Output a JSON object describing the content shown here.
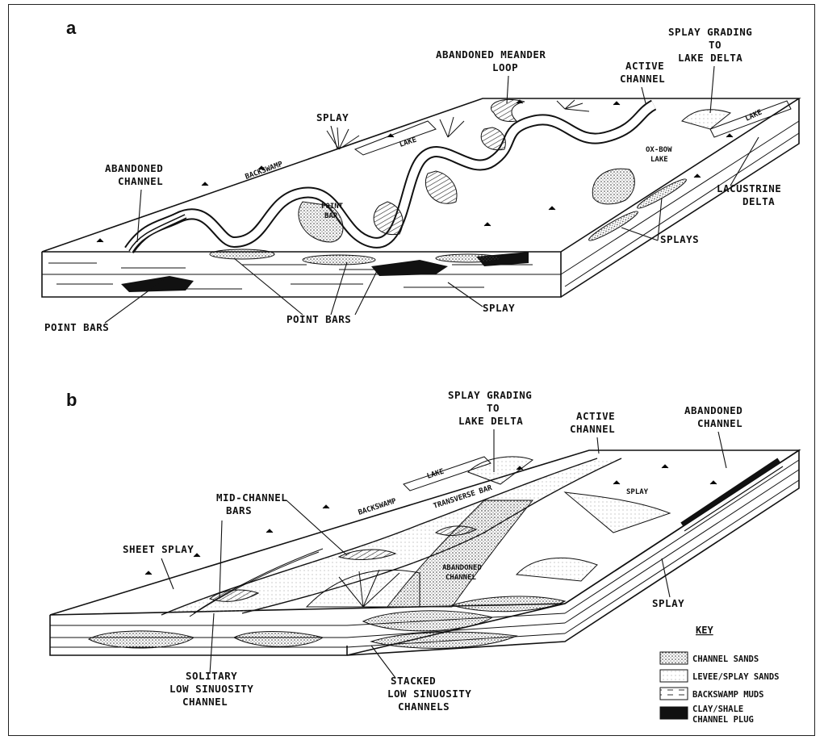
{
  "panel_a": {
    "letter": "a",
    "labels": {
      "abandoned_meander": [
        "ABANDONED MEANDER",
        "LOOP"
      ],
      "splay_grading": [
        "SPLAY GRADING",
        "TO",
        "LAKE DELTA"
      ],
      "active_channel": [
        "ACTIVE",
        "CHANNEL"
      ],
      "splay_top": "SPLAY",
      "lake": "LAKE",
      "lake_right": "LAKE",
      "abandoned_channel": [
        "ABANDONED",
        "CHANNEL"
      ],
      "backswamp": "BACKSWAMP",
      "point_bar": [
        "POINT",
        "BAR"
      ],
      "oxbow": [
        "OX-BOW",
        "LAKE"
      ],
      "lacustrine_delta": [
        "LACUSTRINE",
        "DELTA"
      ],
      "splays": "SPLAYS",
      "splay_bottom": "SPLAY",
      "point_bars_left": "POINT BARS",
      "point_bars_center": "POINT BARS"
    }
  },
  "panel_b": {
    "letter": "b",
    "labels": {
      "splay_grading": [
        "SPLAY GRADING",
        "TO",
        "LAKE DELTA"
      ],
      "active_channel": [
        "ACTIVE",
        "CHANNEL"
      ],
      "abandoned_channel": [
        "ABANDONED",
        "CHANNEL"
      ],
      "lake": "LAKE",
      "mid_channel_bars": [
        "MID-CHANNEL",
        "BARS"
      ],
      "backswamp": "BACKSWAMP",
      "transverse_bar": "TRANSVERSE BAR",
      "splay_inner": "SPLAY",
      "sheet_splay": "SHEET SPLAY",
      "abandoned_channel_inner": [
        "ABANDONED",
        "CHANNEL"
      ],
      "splay_right": "SPLAY",
      "solitary": [
        "SOLITARY",
        "LOW SINUOSITY",
        "CHANNEL"
      ],
      "stacked": [
        "STACKED",
        "LOW SINUOSITY",
        "CHANNELS"
      ]
    }
  },
  "key": {
    "title": "KEY",
    "items": [
      {
        "label": "CHANNEL SANDS",
        "pattern": "dots"
      },
      {
        "label": "LEVEE/SPLAY SANDS",
        "pattern": "light"
      },
      {
        "label": "BACKSWAMP MUDS",
        "pattern": "dashes"
      },
      {
        "label": [
          "CLAY/SHALE",
          "CHANNEL PLUG"
        ],
        "pattern": "solid"
      }
    ]
  },
  "colors": {
    "ink": "#111111",
    "background": "#ffffff",
    "sand": "#bdbdbd"
  }
}
